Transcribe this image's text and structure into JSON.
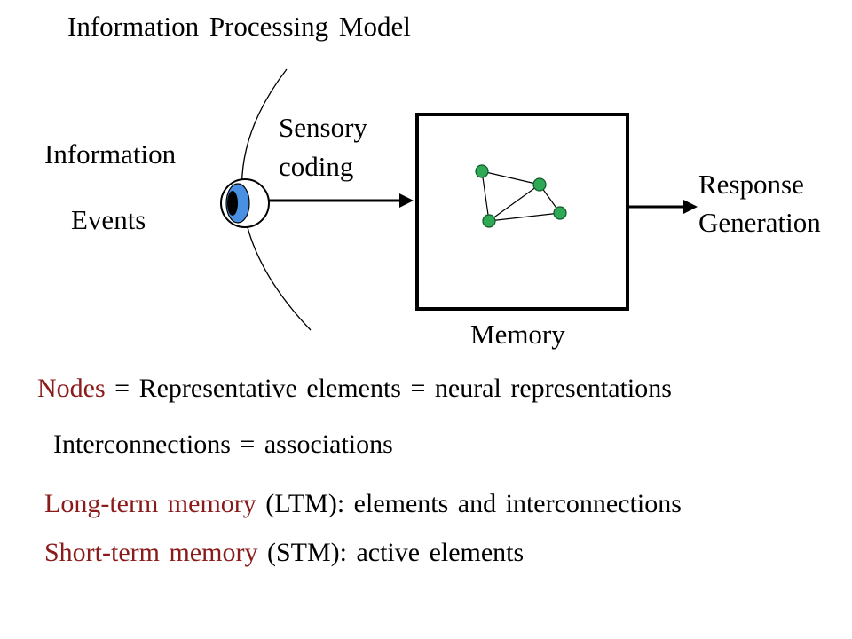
{
  "title": "Information Processing Model",
  "diagram": {
    "information_label": "Information",
    "events_label": "Events",
    "sensory_label_1": "Sensory",
    "sensory_label_2": "coding",
    "memory_label": "Memory",
    "response_label_1": "Response",
    "response_label_2": "Generation",
    "colors": {
      "node": "#2eaa55",
      "node_stroke": "#0f5a2a",
      "eye_iris": "#4a90e2",
      "eye_pupil": "#000000",
      "highlight_text": "#8b1a1a"
    }
  },
  "definitions": {
    "nodes_term": "Nodes",
    "nodes_rest": " = Representative elements = neural representations",
    "interconnections": "Interconnections = associations",
    "ltm_term": "Long-term memory",
    "ltm_rest": " (LTM): elements and interconnections",
    "stm_term": "Short-term memory",
    "stm_rest": " (STM): active elements"
  }
}
